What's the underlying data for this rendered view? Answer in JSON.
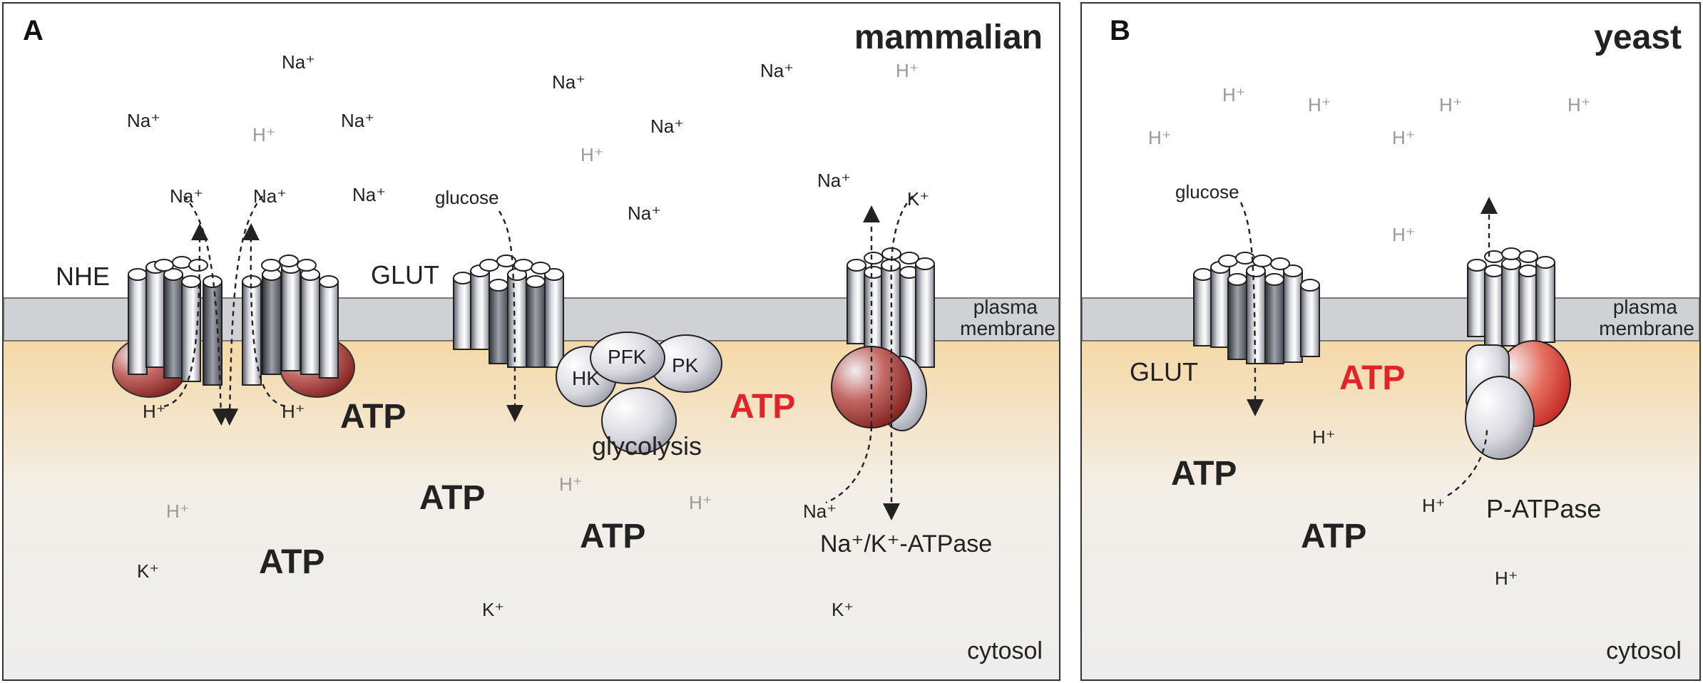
{
  "panelA": {
    "letter": "A",
    "title": "mammalian",
    "ions": {
      "na_top1": "Na⁺",
      "na_top2": "Na⁺",
      "na_top3": "Na⁺",
      "na_top4": "Na⁺",
      "na_top5": "Na⁺",
      "na_top6": "Na⁺",
      "na_top7": "Na⁺",
      "na_top8": "Na⁺",
      "na_nhe_left": "Na⁺",
      "na_nhe_right": "Na⁺",
      "h_top1": "H⁺",
      "h_top2": "H⁺",
      "h_top3": "H⁺",
      "h_nhe_left": "H⁺",
      "h_nhe_right": "H⁺",
      "h_cyt1": "H⁺",
      "h_cyt2": "H⁺",
      "h_cyt3": "H⁺",
      "k_cyt1": "K⁺",
      "k_cyt2": "K⁺",
      "k_cyt3": "K⁺",
      "k_pump": "K⁺",
      "na_pump": "Na⁺",
      "na_pump_out": "Na⁺"
    },
    "labels": {
      "nhe": "NHE",
      "glut": "GLUT",
      "glucose": "glucose",
      "plasma_membrane_1": "plasma",
      "plasma_membrane_2": "membrane",
      "hk": "HK",
      "pfk": "PFK",
      "pk": "PK",
      "glycolysis": "glycolysis",
      "nak_atpase": "Na⁺/K⁺-ATPase",
      "cytosol": "cytosol"
    },
    "atp": [
      "ATP",
      "ATP",
      "ATP",
      "ATP"
    ],
    "atp_red": "ATP"
  },
  "panelB": {
    "letter": "B",
    "title": "yeast",
    "ions": {
      "h_top1": "H⁺",
      "h_top2": "H⁺",
      "h_top3": "H⁺",
      "h_top4": "H⁺",
      "h_top5": "H⁺",
      "h_top6": "H⁺",
      "h_top7": "H⁺",
      "h_cyt1": "H⁺",
      "h_cyt2": "H⁺",
      "h_cyt3": "H⁺"
    },
    "labels": {
      "glucose": "glucose",
      "glut": "GLUT",
      "plasma_membrane_1": "plasma",
      "plasma_membrane_2": "membrane",
      "p_atpase": "P-ATPase",
      "cytosol": "cytosol"
    },
    "atp": [
      "ATP",
      "ATP"
    ],
    "atp_red": "ATP"
  },
  "colors": {
    "membrane": "#cfd1d4",
    "cytosol_top": "#f5d9a8",
    "cytosol_bottom": "#eeeeee",
    "atp_red": "#e0242a",
    "domain_red": "#a52a2a"
  }
}
